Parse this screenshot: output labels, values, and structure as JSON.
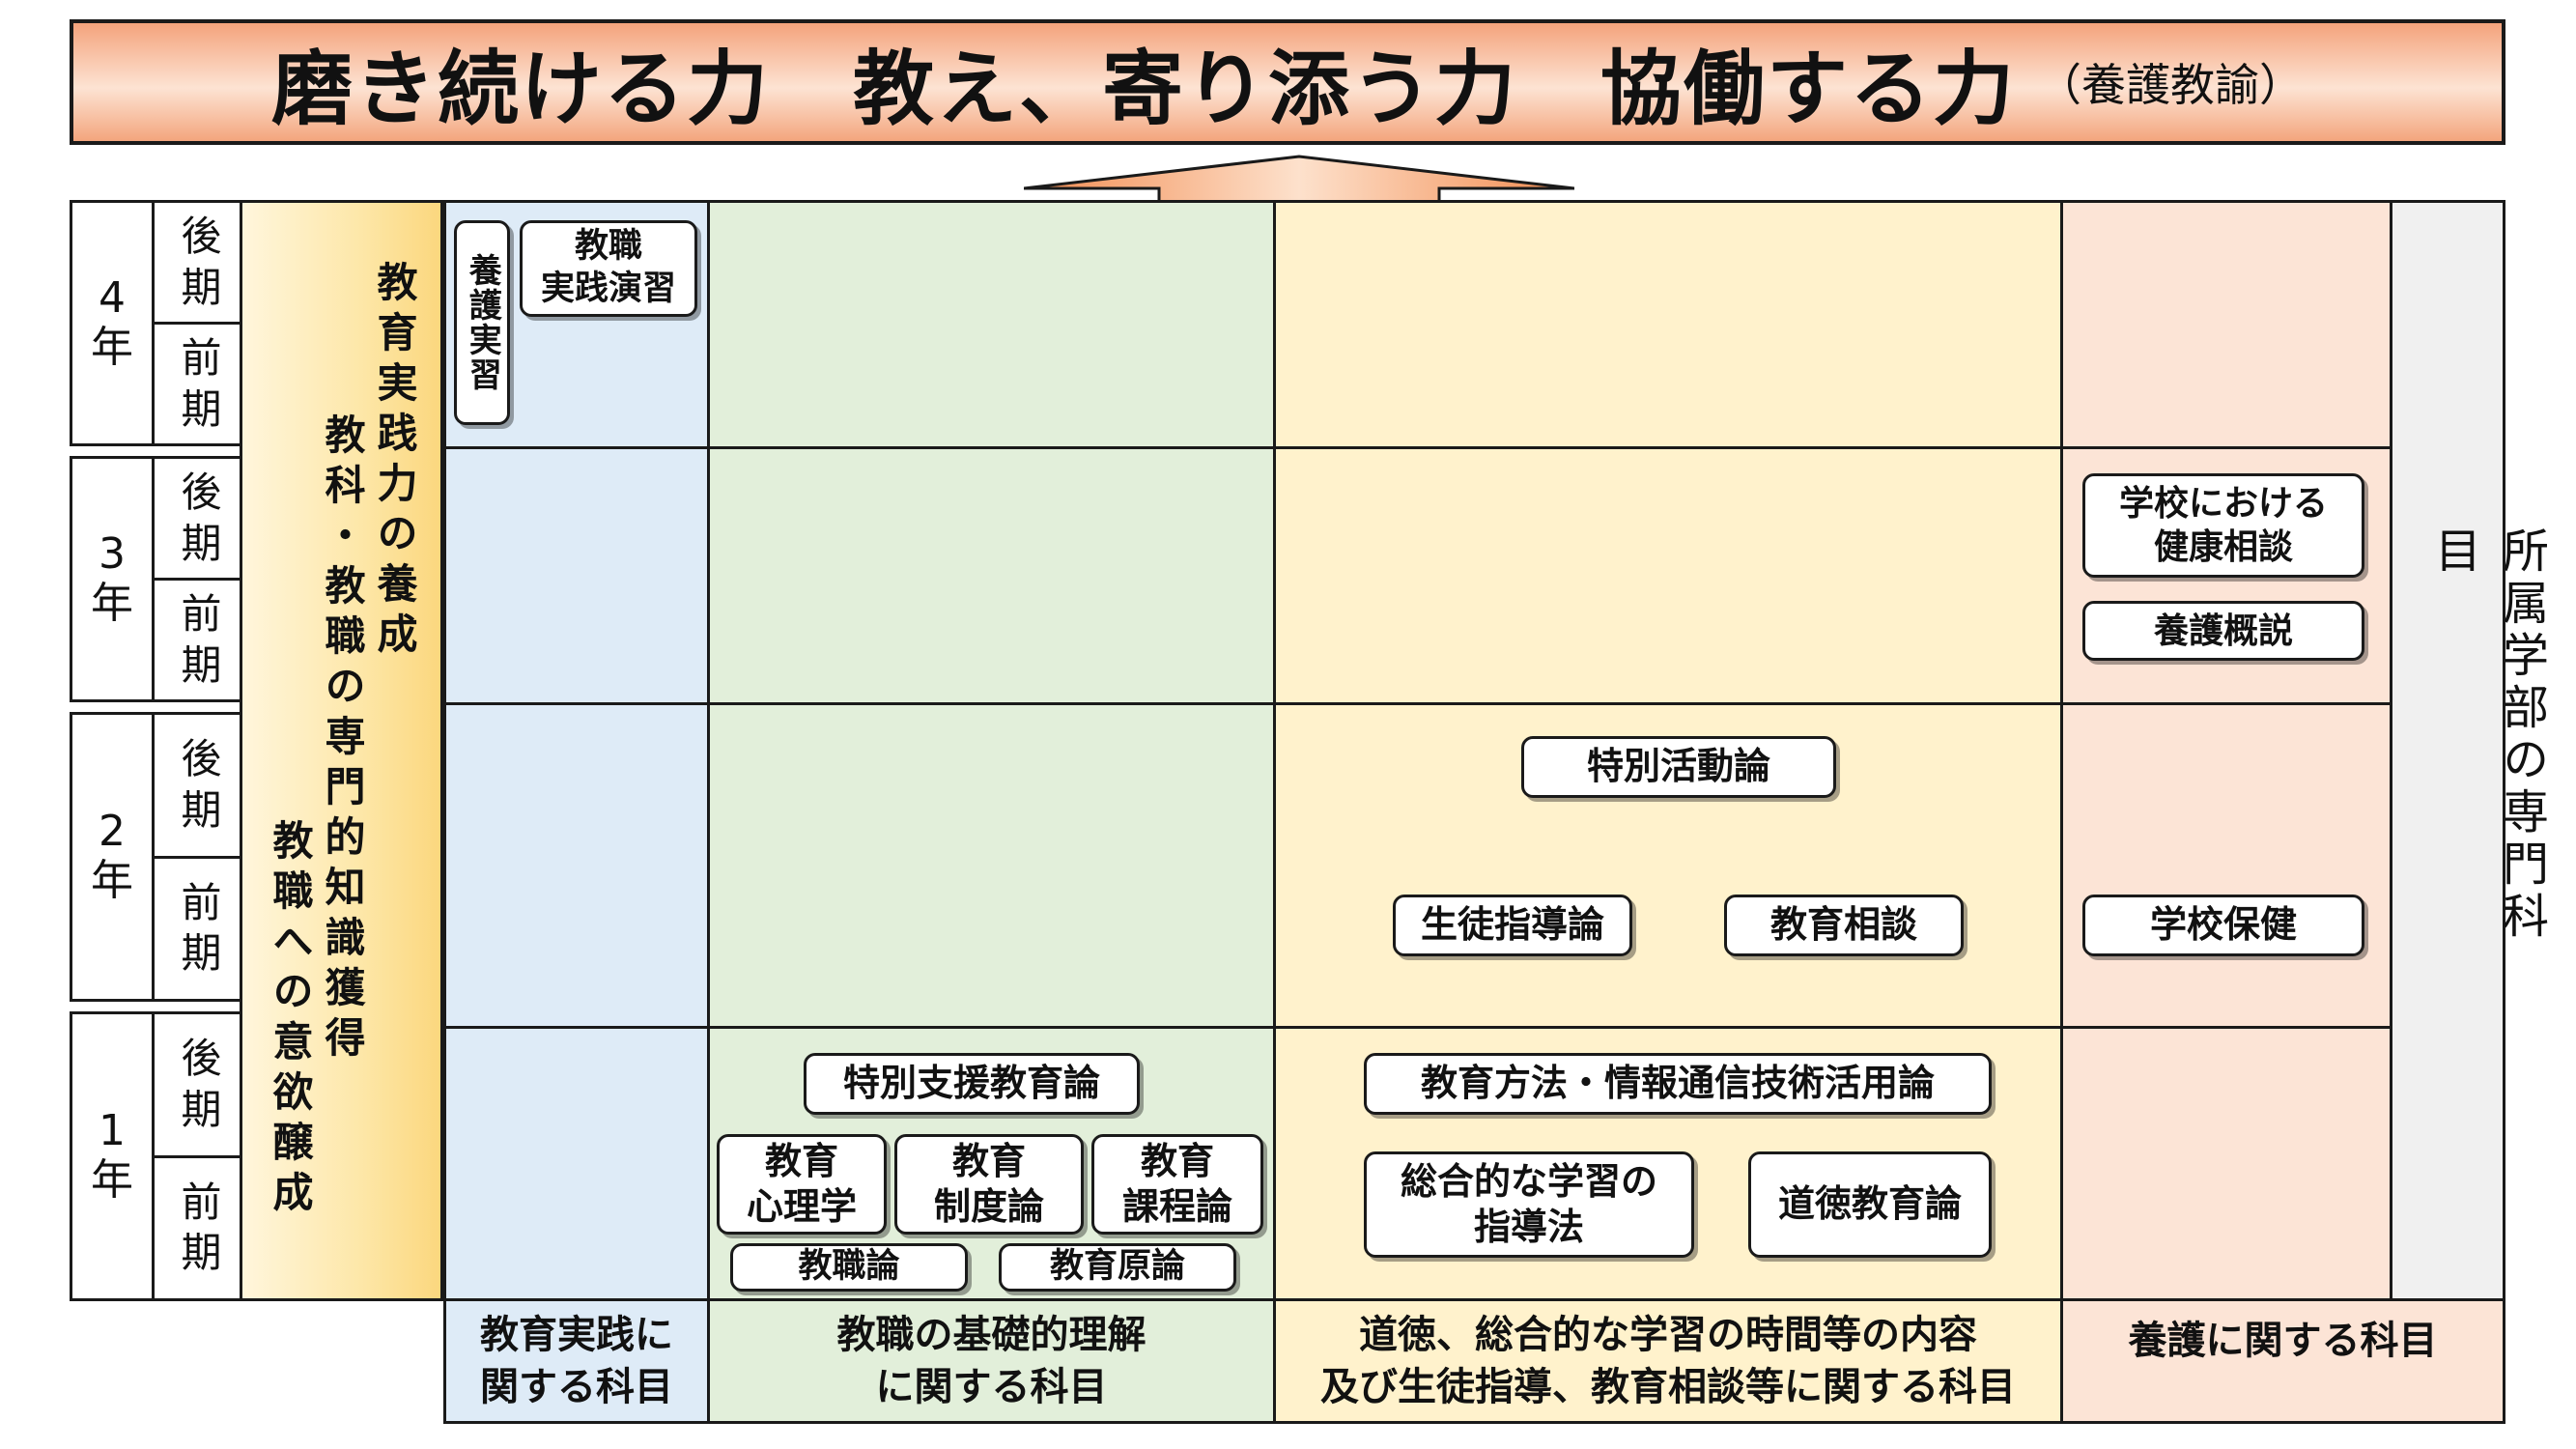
{
  "banner": {
    "main": "磨き続ける力　教え、寄り添う力　協働する力",
    "sub": "（養護教諭）"
  },
  "years": [
    {
      "label": "4\n年",
      "late": "後\n期",
      "early": "前\n期"
    },
    {
      "label": "3\n年",
      "late": "後\n期",
      "early": "前\n期"
    },
    {
      "label": "2\n年",
      "late": "後\n期",
      "early": "前\n期"
    },
    {
      "label": "1\n年",
      "late": "後\n期",
      "early": "前\n期"
    }
  ],
  "goals": {
    "line1": "教育実践力の養成",
    "line2": "教科・教職の専門的知識獲得",
    "line3": "教職への意欲醸成"
  },
  "right_label": "所属学部の専門科目",
  "courses": {
    "yogo_jisshu": "養護実習",
    "kyoshoku_jissen": "教職\n実践演習",
    "gakko_kenko": "学校における\n健康相談",
    "yogo_gaisetsu": "養護概説",
    "tokubetsu_katsudo": "特別活動論",
    "seito_shido": "生徒指導論",
    "kyoiku_sodan": "教育相談",
    "gakko_hoken": "学校保健",
    "tokubetsu_shien": "特別支援教育論",
    "kyoiku_hoho": "教育方法・情報通信技術活用論",
    "kyoiku_shinri": "教育\n心理学",
    "kyoiku_seido": "教育\n制度論",
    "kyoiku_katei": "教育\n課程論",
    "sogo_gakushu": "総合的な学習の\n指導法",
    "dotoku": "道徳教育論",
    "kyoshoku_ron": "教職論",
    "kyoiku_genron": "教育原論"
  },
  "footers": {
    "practice": "教育実践に\n関する科目",
    "basic": "教職の基礎的理解\nに関する科目",
    "moral": "道徳、総合的な学習の時間等の内容\n及び生徒指導、教育相談等に関する科目",
    "yogo": "養護に関する科目"
  },
  "colors": {
    "banner": "#f4a37c",
    "practice": "#deebf7",
    "basic": "#e2efda",
    "moral": "#fff2cc",
    "yogo": "#fce4d6",
    "faculty": "#f0f0f0",
    "goal_gradient_end": "#fbd77e"
  }
}
